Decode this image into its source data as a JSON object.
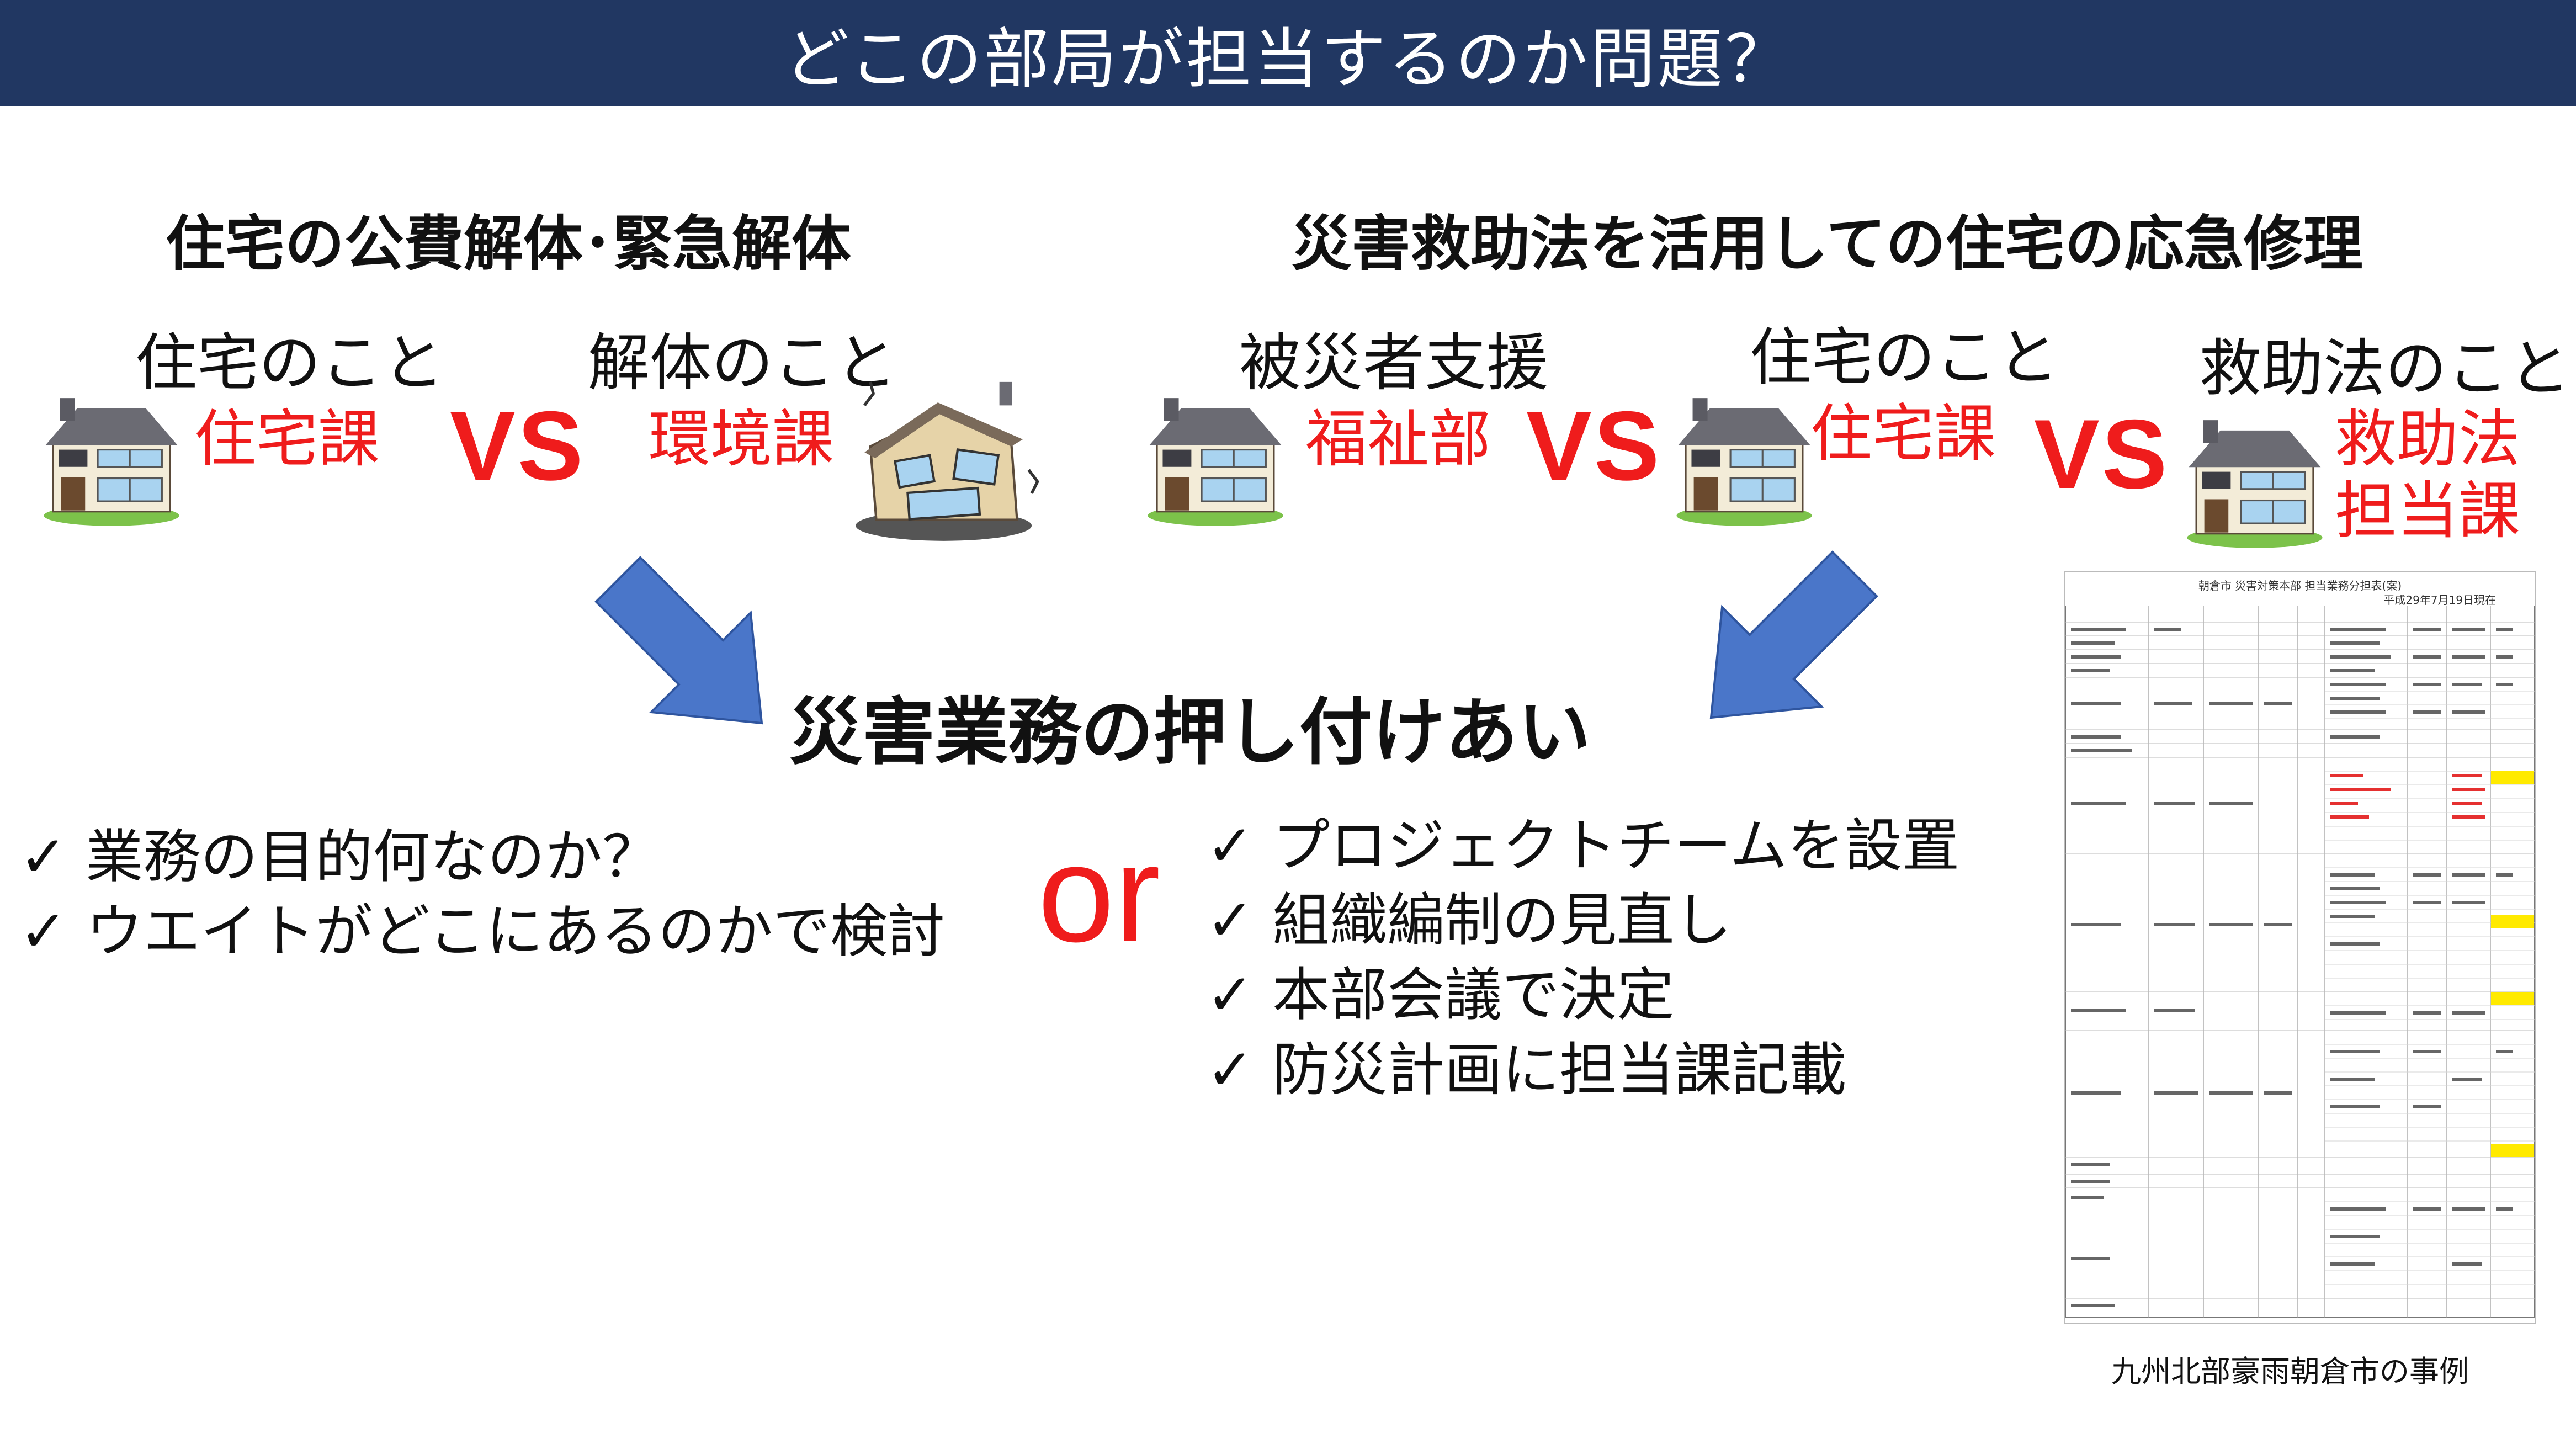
{
  "header": {
    "title": "どこの部局が担当するのか問題？"
  },
  "left": {
    "title": "住宅の公費解体･緊急解体",
    "a_label": "住宅のこと",
    "a_dept": "住宅課",
    "vs": "VS",
    "b_label": "解体のこと",
    "b_dept": "環境課"
  },
  "right": {
    "title": "災害救助法を活用しての住宅の応急修理",
    "a_label": "被災者支援",
    "a_dept": "福祉部",
    "vs1": "VS",
    "b_label": "住宅のこと",
    "b_dept": "住宅課",
    "vs2": "VS",
    "c_label": "救助法のこと",
    "c_dept1": "救助法",
    "c_dept2": "担当課"
  },
  "center": {
    "text": "災害業務の押し付けあい"
  },
  "checks_left": [
    "✓ 業務の目的何なのか？",
    "✓ ウエイトがどこにあるのかで検討"
  ],
  "or": "or",
  "checks_right": [
    "✓ プロジェクトチームを設置",
    "✓ 組織編制の見直し",
    "✓ 本部会議で決定",
    "✓ 防災計画に担当課記載"
  ],
  "document": {
    "title": "朝倉市 災害対策本部 担当業務分担表(案)",
    "date": "平成29年7月19日現在"
  },
  "caption": "九州北部豪雨朝倉市の事例",
  "colors": {
    "header_bg": "#213762",
    "accent_red": "#ef1c1c",
    "arrow_blue": "#4a76c9"
  },
  "icons": [
    "house-icon",
    "damaged-house-icon",
    "arrow-down-right-icon",
    "arrow-down-left-icon"
  ]
}
